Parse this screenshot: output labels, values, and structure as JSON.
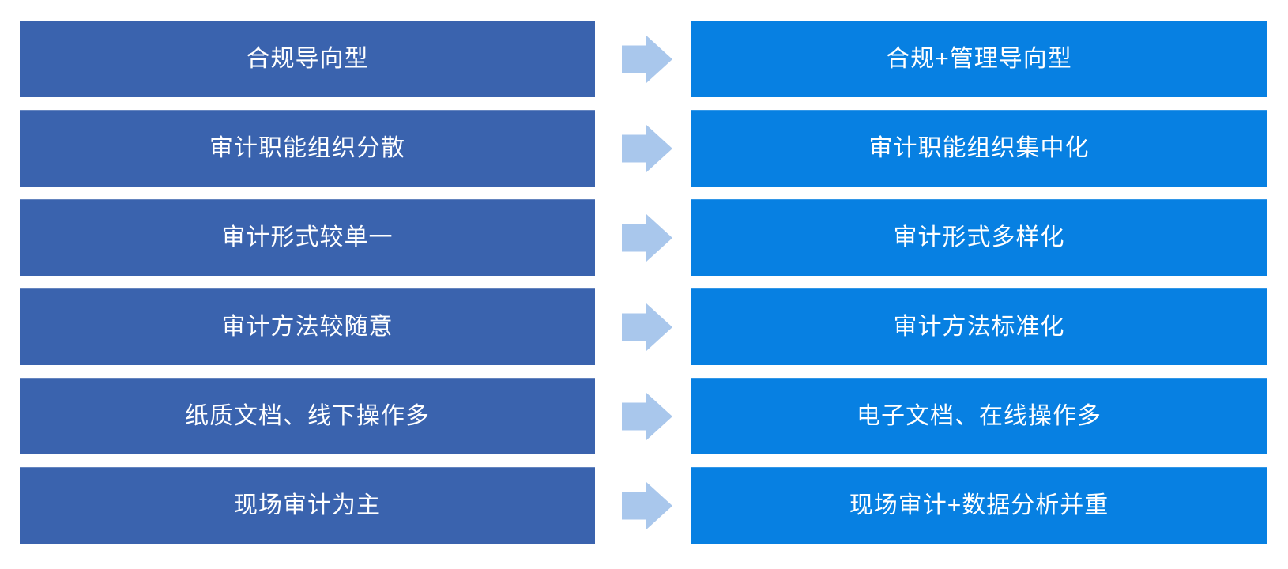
{
  "colors": {
    "before_bg": "#3a63ae",
    "after_bg": "#0780e2",
    "arrow_fill": "#a9c7ec",
    "text_color": "#ffffff",
    "page_bg": "#ffffff"
  },
  "diagram": {
    "description": "before-to-after audit transformation comparison",
    "arrow_icon": "right-block-arrow",
    "rows": [
      {
        "before": "合规导向型",
        "after": "合规+管理导向型"
      },
      {
        "before": "审计职能组织分散",
        "after": "审计职能组织集中化"
      },
      {
        "before": "审计形式较单一",
        "after": "审计形式多样化"
      },
      {
        "before": "审计方法较随意",
        "after": "审计方法标准化"
      },
      {
        "before": "纸质文档、线下操作多",
        "after": "电子文档、在线操作多"
      },
      {
        "before": "现场审计为主",
        "after": "现场审计+数据分析并重"
      }
    ]
  }
}
